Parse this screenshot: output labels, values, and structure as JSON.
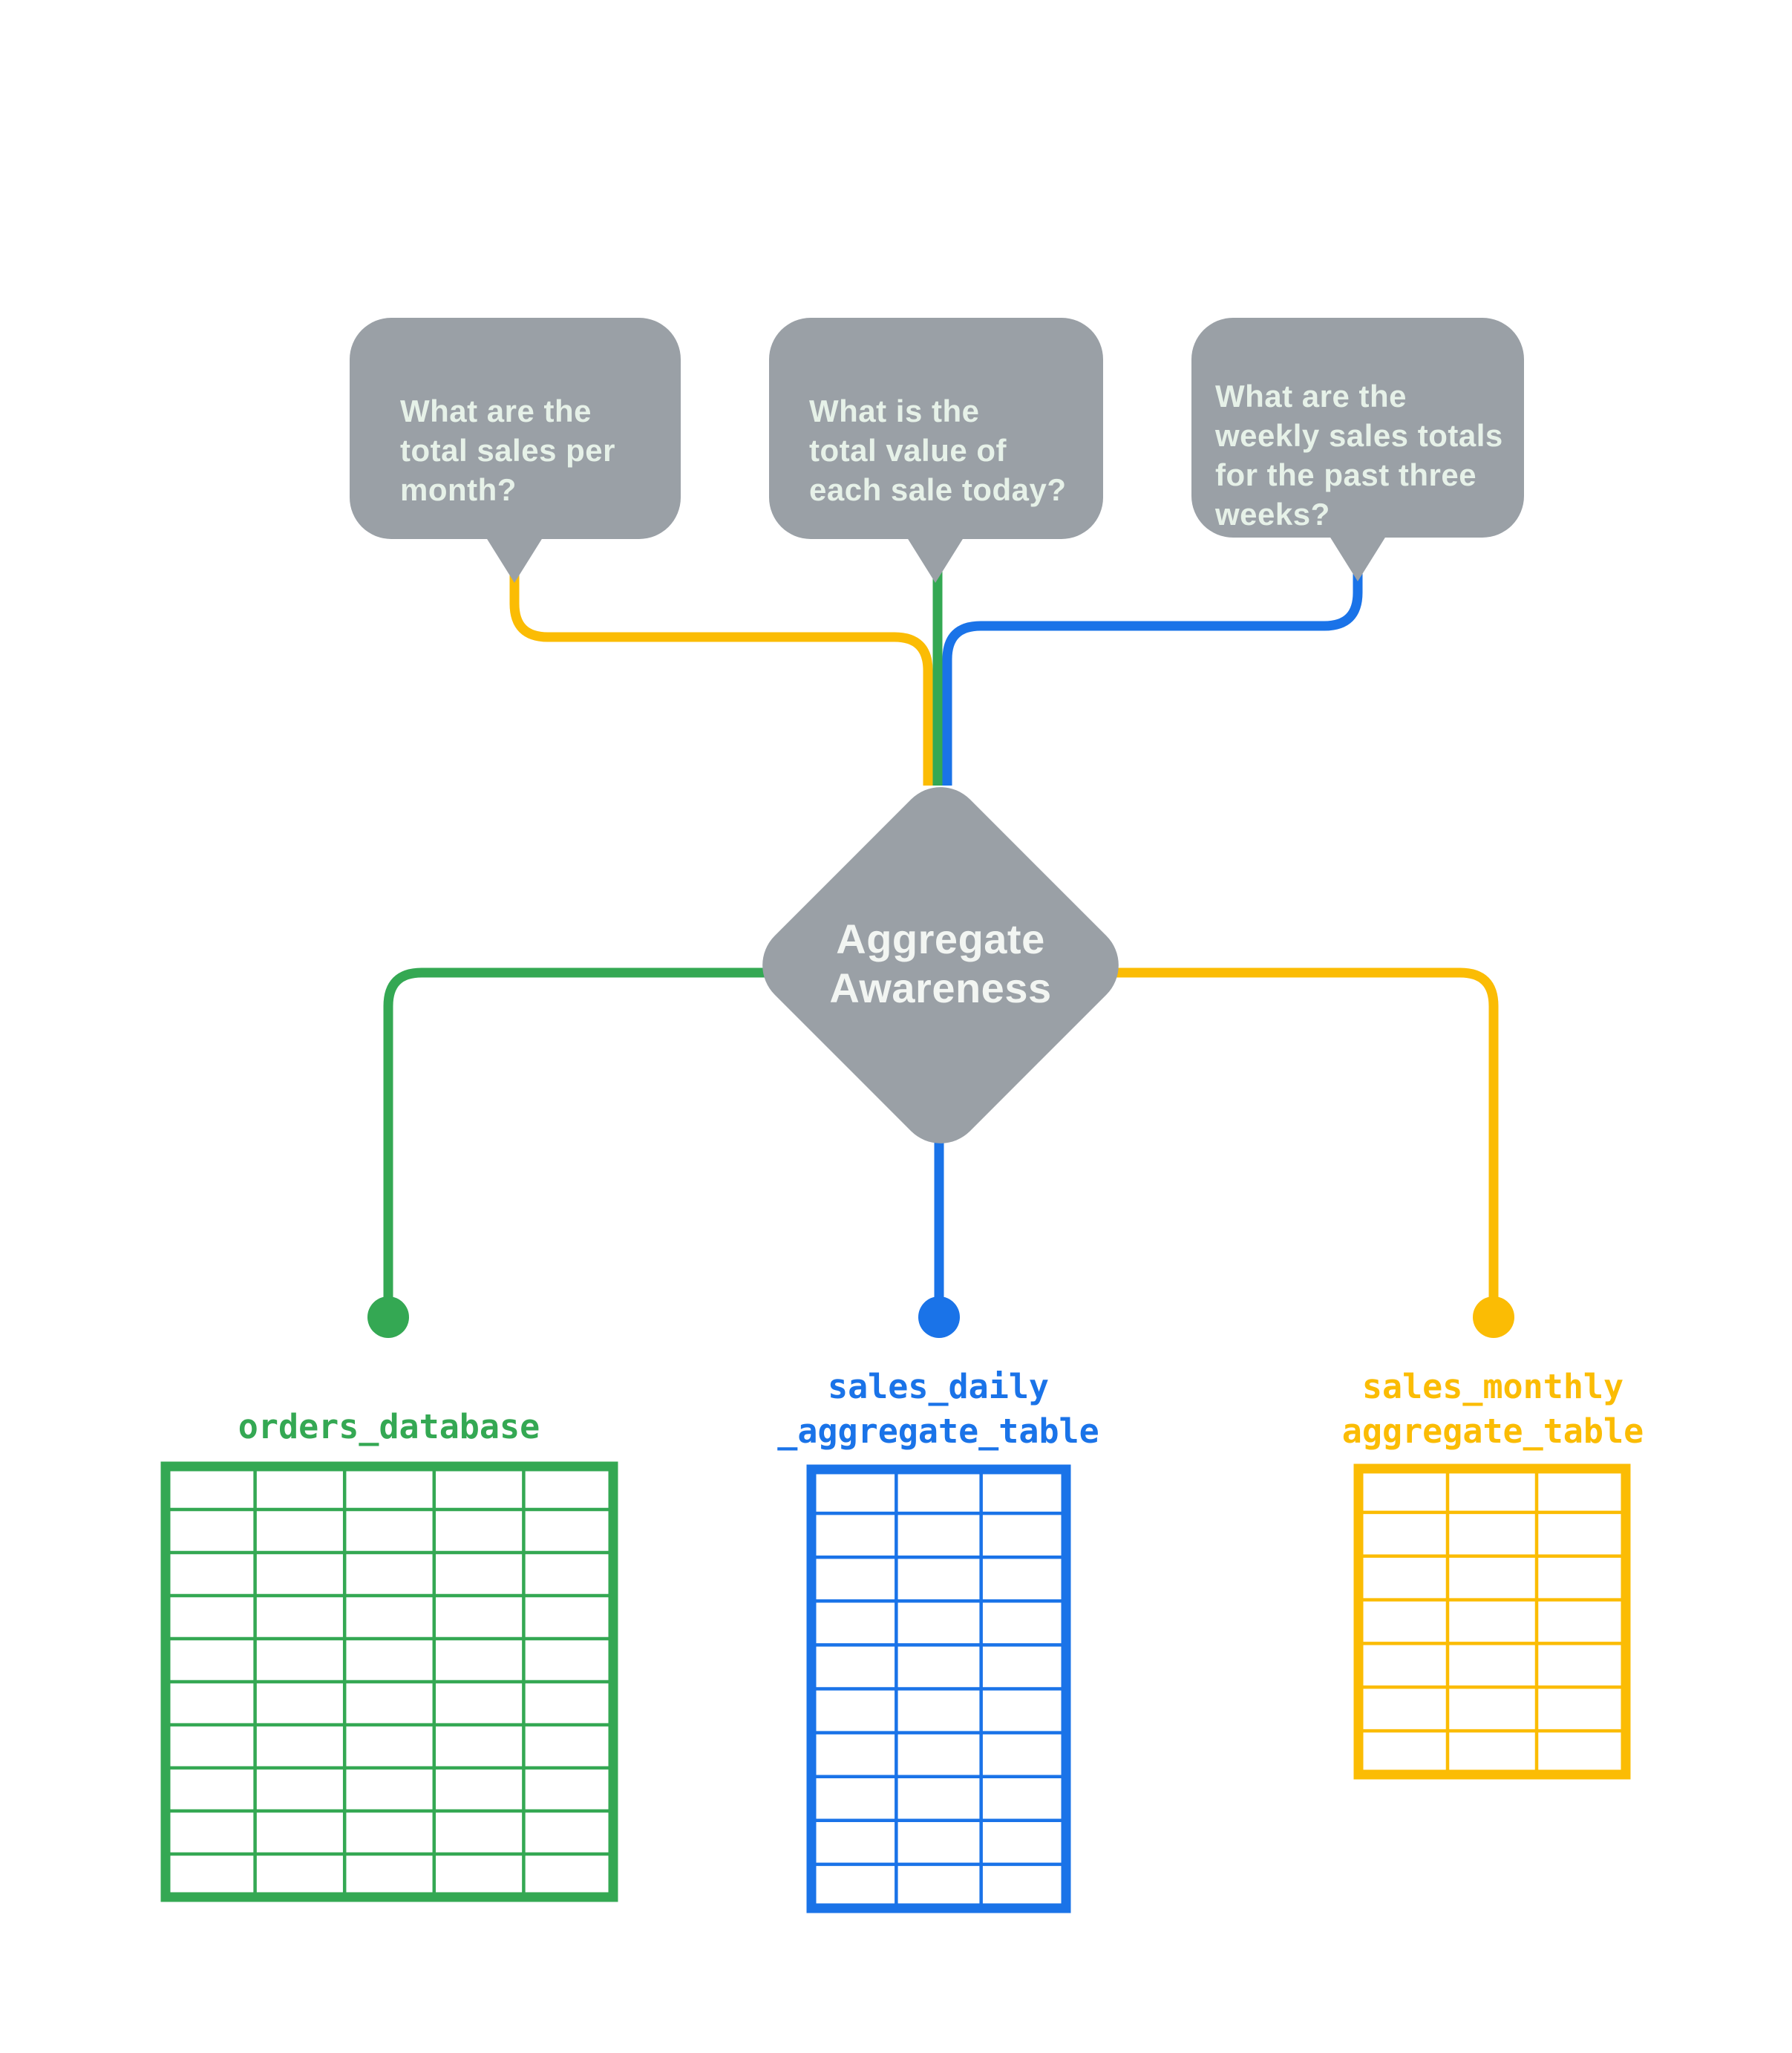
{
  "bubbles": [
    {
      "text": "What are the\ntotal sales per\nmonth?",
      "line_color": "#FBBC04"
    },
    {
      "text": "What is the\ntotal value of\neach sale today?",
      "line_color": "#34A853"
    },
    {
      "text": "What are the\nweekly sales totals\nfor the past three\nweeks?",
      "line_color": "#1A73E8"
    }
  ],
  "diamond": {
    "label": "Aggregate\nAwareness",
    "fill": "#9AA0A6",
    "text_color": "#F2F5F2"
  },
  "tables": [
    {
      "label": "orders_database",
      "color": "#34A853",
      "columns": 5,
      "rows": 10
    },
    {
      "label": "sales_daily\n_aggregate_table",
      "color": "#1A73E8",
      "columns": 3,
      "rows": 10
    },
    {
      "label": "sales_monthly\naggregate_table",
      "color": "#FBBC04",
      "columns": 3,
      "rows": 7
    }
  ],
  "colors": {
    "bubble_fill": "#9AA0A6",
    "bubble_text": "#E6F1E8",
    "green": "#34A853",
    "blue": "#1A73E8",
    "yellow": "#FBBC04"
  }
}
